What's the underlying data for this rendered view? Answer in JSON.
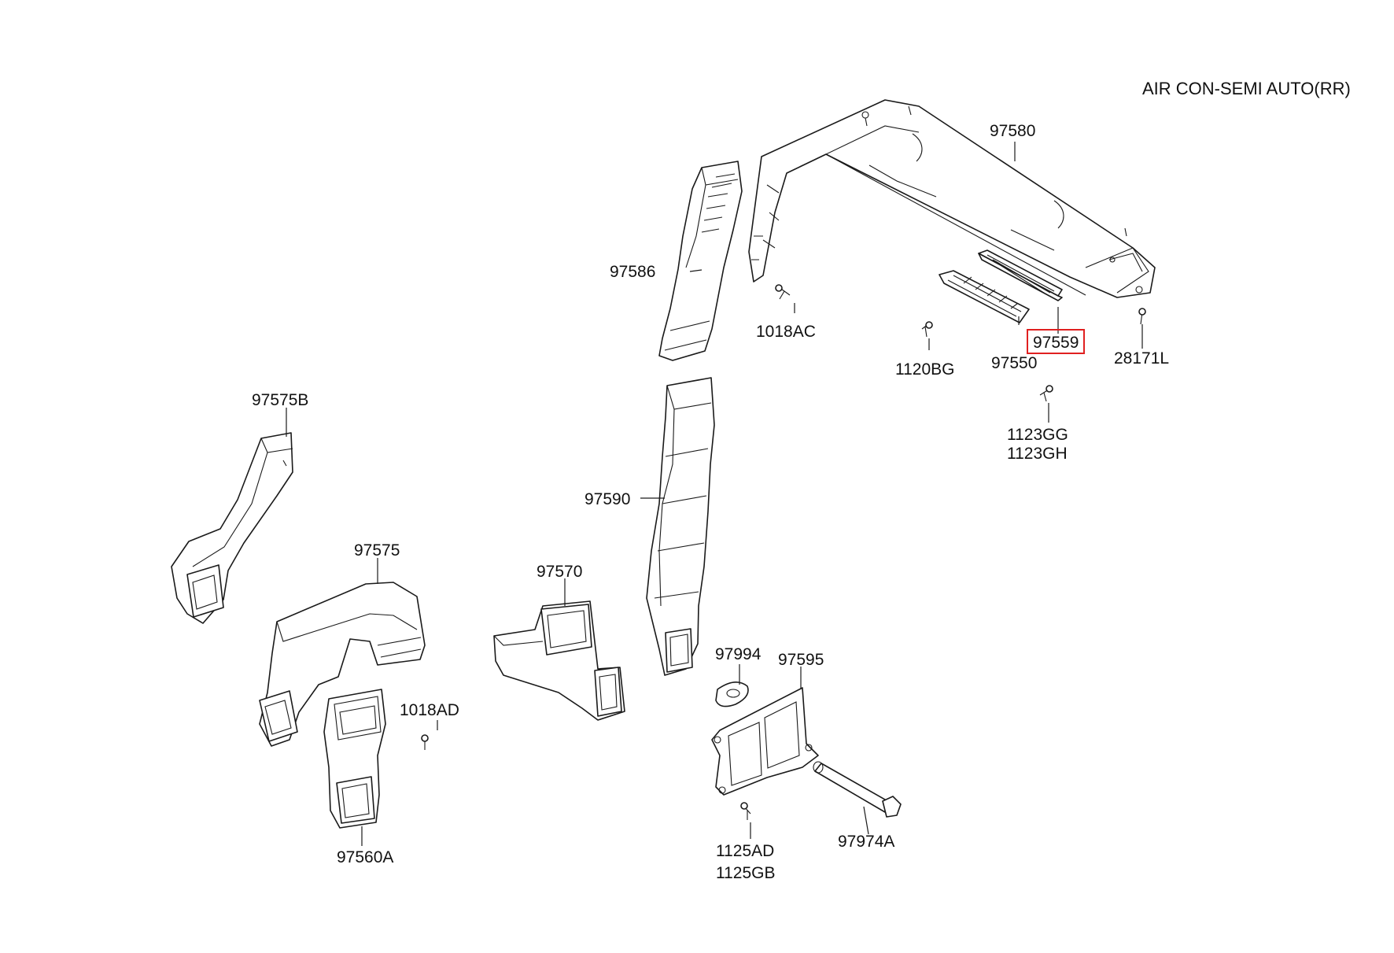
{
  "diagram": {
    "title": "AIR CON-SEMI AUTO(RR)",
    "highlight_color": "#e02020",
    "callouts": {
      "p97580": "97580",
      "p97586": "97586",
      "p1018ac": "1018AC",
      "p1120bg": "1120BG",
      "p97550": "97550",
      "p97559": "97559",
      "p28171l": "28171L",
      "p1123gg": "1123GG",
      "p1123gh": "1123GH",
      "p97575b": "97575B",
      "p97590": "97590",
      "p97575": "97575",
      "p97570": "97570",
      "p1018ad": "1018AD",
      "p97994": "97994",
      "p97595": "97595",
      "p97560a": "97560A",
      "p1125ad": "1125AD",
      "p1125gb": "1125GB",
      "p97974a": "97974A"
    }
  }
}
